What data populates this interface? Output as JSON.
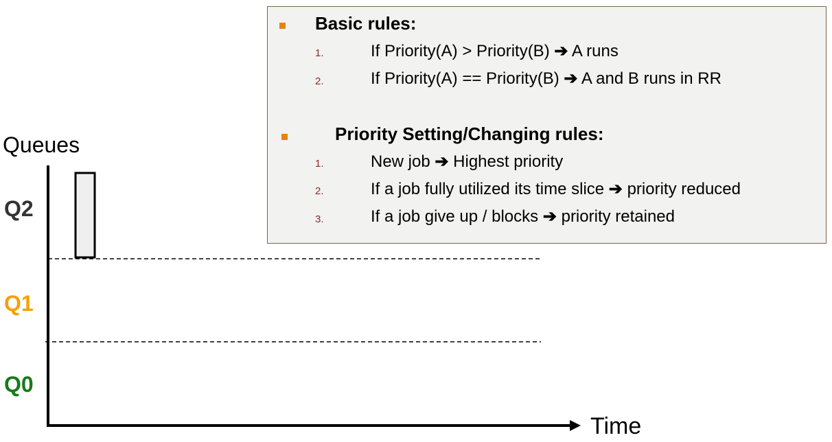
{
  "colors": {
    "q2": "#333333",
    "q1": "#f5a10a",
    "q0": "#177a17",
    "bullet": "#e8820c",
    "number": "#8c2a2a",
    "box_bg": "#f2f2f0",
    "box_border": "#7a6648"
  },
  "axes": {
    "y_title": "Queues",
    "x_title": "Time"
  },
  "queues": [
    "Q2",
    "Q1",
    "Q0"
  ],
  "rules_box": {
    "sections": [
      {
        "heading": "Basic rules:",
        "items": [
          {
            "num": "1.",
            "before": "If Priority(A) > Priority(B)",
            "after": "A runs"
          },
          {
            "num": "2.",
            "before": "If Priority(A) == Priority(B)",
            "after": "A and B runs in RR"
          }
        ]
      },
      {
        "heading": "Priority Setting/Changing rules:",
        "items": [
          {
            "num": "1.",
            "before": "New job",
            "after": "Highest priority"
          },
          {
            "num": "2.",
            "before": "If a job fully utilized its time slice",
            "after": "priority reduced"
          },
          {
            "num": "3.",
            "before": "If a job give up / blocks",
            "after": "priority retained"
          }
        ]
      }
    ]
  }
}
